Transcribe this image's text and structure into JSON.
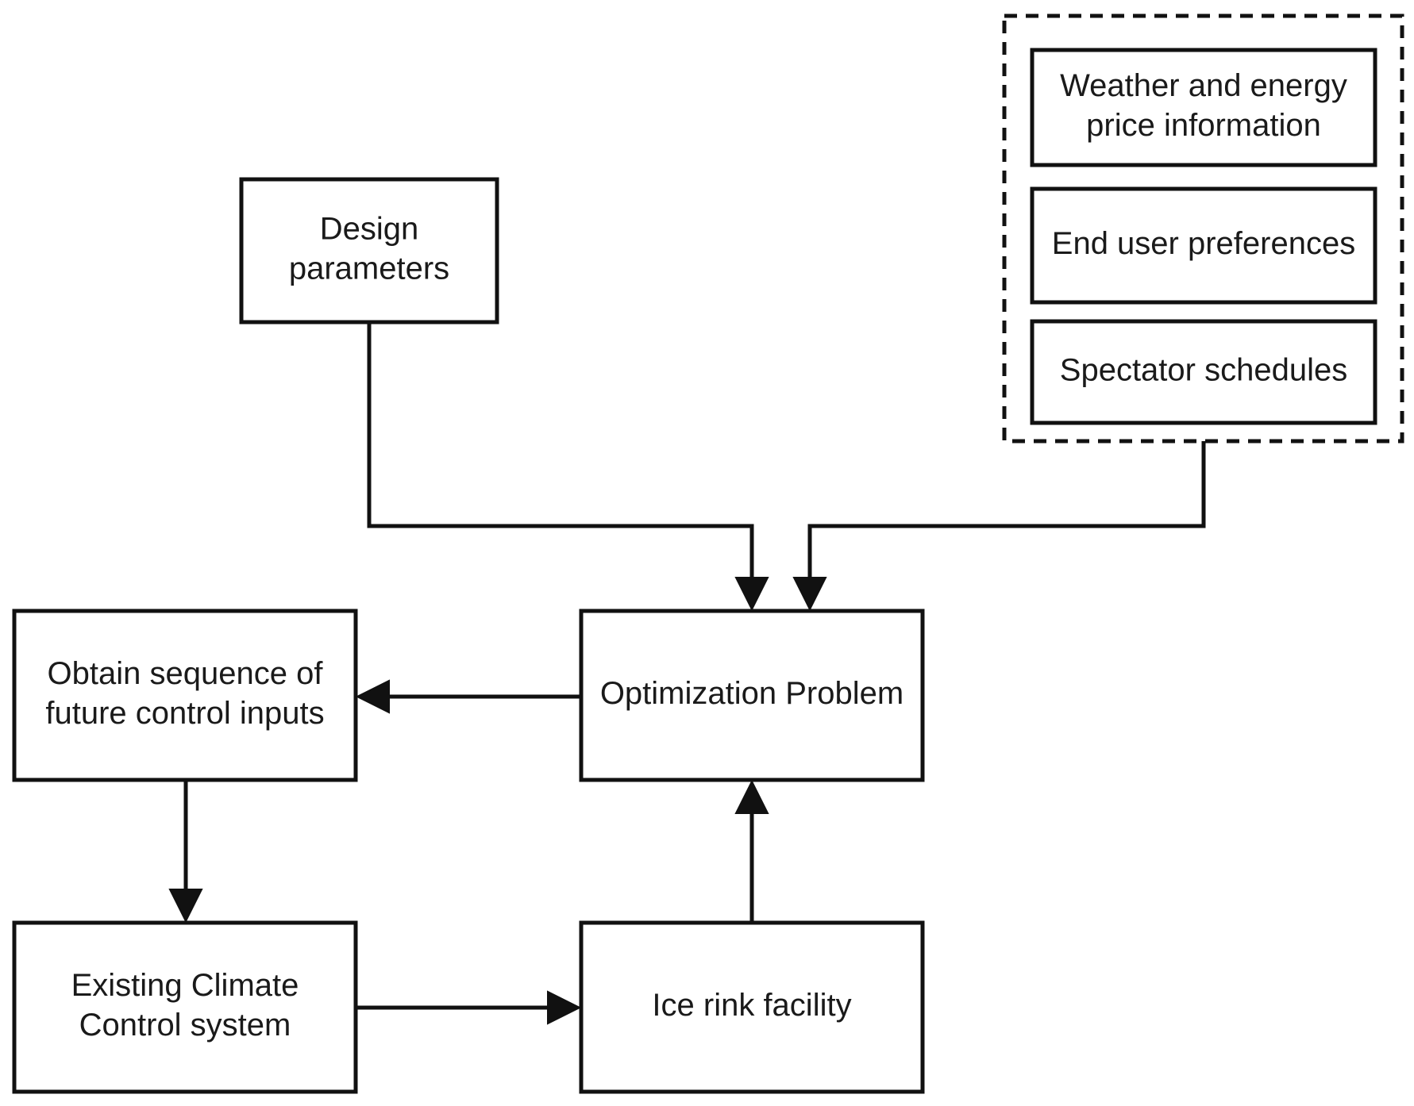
{
  "diagram": {
    "nodes": {
      "design_parameters": {
        "lines": [
          "Design",
          "parameters"
        ]
      },
      "weather_energy": {
        "lines": [
          "Weather and energy",
          "price information"
        ]
      },
      "end_user_preferences": {
        "lines": [
          "End user preferences"
        ]
      },
      "spectator_schedules": {
        "lines": [
          "Spectator schedules"
        ]
      },
      "optimization_problem": {
        "lines": [
          "Optimization Problem"
        ]
      },
      "obtain_sequence": {
        "lines": [
          "Obtain sequence of",
          "future control inputs"
        ]
      },
      "existing_climate": {
        "lines": [
          "Existing Climate",
          "Control system"
        ]
      },
      "ice_rink": {
        "lines": [
          "Ice rink facility"
        ]
      }
    },
    "edges": [
      {
        "from": "design_parameters",
        "to": "optimization_problem"
      },
      {
        "from": "external_inputs_group",
        "to": "optimization_problem"
      },
      {
        "from": "optimization_problem",
        "to": "obtain_sequence"
      },
      {
        "from": "obtain_sequence",
        "to": "existing_climate"
      },
      {
        "from": "existing_climate",
        "to": "ice_rink"
      },
      {
        "from": "ice_rink",
        "to": "optimization_problem"
      }
    ],
    "colors": {
      "stroke": "#111111",
      "text": "#1a1a1a",
      "background": "#ffffff"
    }
  }
}
